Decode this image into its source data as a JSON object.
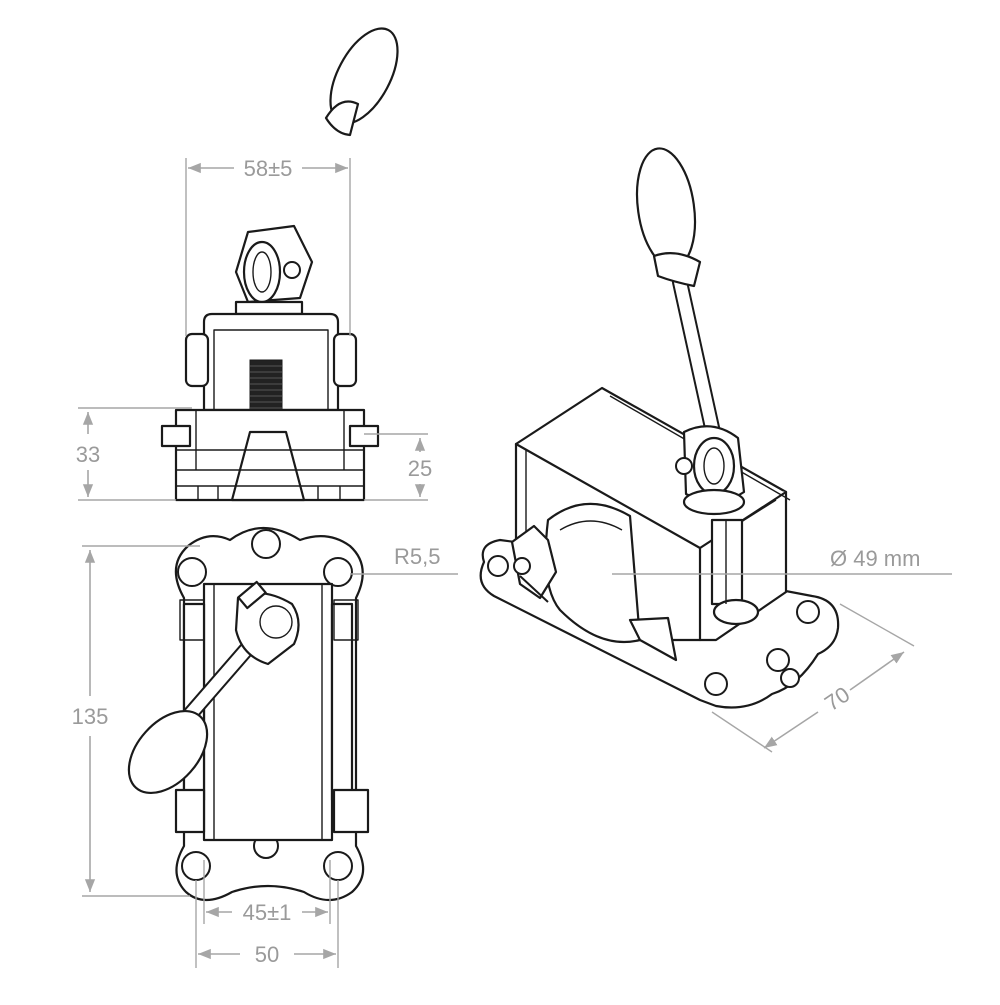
{
  "dimensions": {
    "handle_width": "58±5",
    "height_total": "33",
    "height_base": "25",
    "length": "135",
    "radius": "R5,5",
    "bore": "Ø 49 mm",
    "width_diag": "70",
    "hole_spacing": "45±1",
    "base_width": "50"
  },
  "colors": {
    "line": "#1a1a1a",
    "dimension": "#a6a6a6",
    "text": "#9a9a9a"
  }
}
